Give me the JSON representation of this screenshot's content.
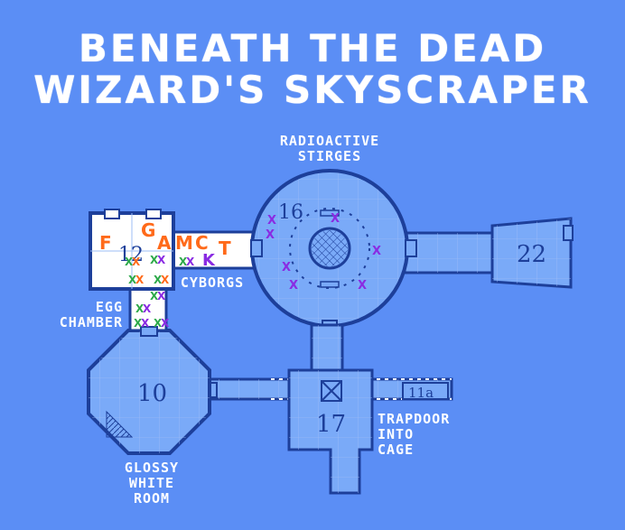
{
  "title": {
    "line1": "BENEATH THE DEAD",
    "line2": "WIZARD'S SKYSCRAPER"
  },
  "labels": {
    "radioactive_stirges_1": "RADIOACTIVE",
    "radioactive_stirges_2": "STIRGES",
    "cyborgs": "CYBORGS",
    "egg_chamber_1": "EGG",
    "egg_chamber_2": "CHAMBER",
    "trapdoor_1": "TRAPDOOR",
    "trapdoor_2": "INTO",
    "trapdoor_3": "CAGE",
    "glossy_1": "GLOSSY",
    "glossy_2": "WHITE",
    "glossy_3": "ROOM"
  },
  "rooms": {
    "r16": "16",
    "r22": "22",
    "r12": "12",
    "r10": "10",
    "r17": "17",
    "r11a": "11a"
  },
  "letters": {
    "f": "F",
    "g": "G",
    "a": "A",
    "m": "M",
    "c": "C",
    "k": "K",
    "t": "T"
  },
  "colors": {
    "background": "#5b8ef5",
    "room_fill": "#7aaaf8",
    "wall": "#1d3f9a",
    "white_room": "#ffffff",
    "marker_orange": "#ff6a1a",
    "marker_purple": "#8a2be2",
    "marker_green": "#2eaa4a"
  }
}
